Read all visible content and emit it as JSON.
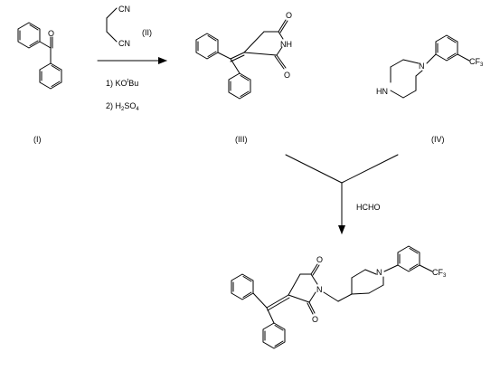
{
  "compounds": {
    "i": {
      "label": "(I)"
    },
    "ii": {
      "label": "(II)",
      "nitrile_top": "CN",
      "nitrile_bottom": "CN"
    },
    "iii": {
      "label": "(III)"
    },
    "iv": {
      "label": "(IV)"
    },
    "product": {
      "label": ""
    }
  },
  "atoms": {
    "oxygen": "O",
    "nitrogen": "N",
    "nh": "NH",
    "hn": "HN",
    "cf3_main": "CF",
    "cf3_sub": "3"
  },
  "step1": {
    "cond1_prefix": "1) KO",
    "cond1_sup": "t",
    "cond1_suffix": "Bu",
    "cond2_prefix": "2) H",
    "cond2_sub": "2",
    "cond2_mid": "SO",
    "cond2_sub2": "4"
  },
  "step2": {
    "reagent": "HCHO"
  }
}
